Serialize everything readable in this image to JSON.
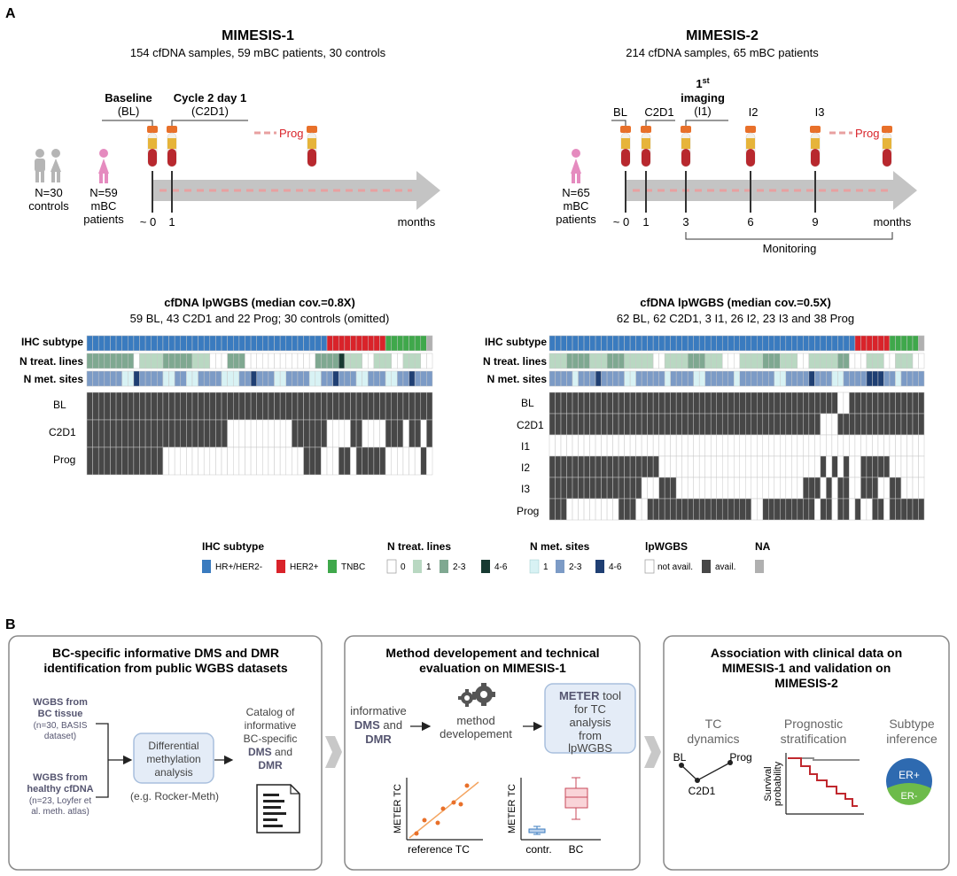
{
  "panel_a": {
    "letter": "A",
    "m1": {
      "title": "MIMESIS-1",
      "subtitle": "154 cfDNA samples, 59 mBC patients, 30 controls",
      "controls_n": "N=30",
      "controls_label": "controls",
      "patients_n": "N=59",
      "patients_l1": "mBC",
      "patients_l2": "patients",
      "baseline": "Baseline",
      "baseline_abbr": "(BL)",
      "cycle": "Cycle 2 day 1",
      "cycle_abbr": "(C2D1)",
      "prog": "Prog",
      "tick0": "~ 0",
      "tick1": "1",
      "months": "months",
      "grid_title": "cfDNA lpWGBS (median cov.=0.8X)",
      "grid_subtitle": "59 BL, 43 C2D1 and 22 Prog; 30 controls (omitted)",
      "rows": [
        "IHC subtype",
        "N treat. lines",
        "N met. sites",
        "BL",
        "C2D1",
        "Prog"
      ]
    },
    "m2": {
      "title": "MIMESIS-2",
      "subtitle": "214 cfDNA samples, 65 mBC patients",
      "patients_n": "N=65",
      "patients_l1": "mBC",
      "patients_l2": "patients",
      "bl": "BL",
      "c2d1": "C2D1",
      "imaging_num": "1",
      "imaging_sup": "st",
      "imaging": "imaging",
      "imaging_abbr": "(I1)",
      "i2": "I2",
      "i3": "I3",
      "prog": "Prog",
      "ticks": [
        "~ 0",
        "1",
        "3",
        "6",
        "9"
      ],
      "months": "months",
      "monitoring": "Monitoring",
      "grid_title": "cfDNA lpWGBS (median cov.=0.5X)",
      "grid_subtitle": "62 BL, 62 C2D1, 3 I1, 26 I2, 23 I3 and 38 Prog",
      "rows": [
        "IHC subtype",
        "N treat. lines",
        "N met. sites",
        "BL",
        "C2D1",
        "I1",
        "I2",
        "I3",
        "Prog"
      ]
    },
    "legend": {
      "ihc_title": "IHC subtype",
      "ihc_items": [
        "HR+/HER2-",
        "HER2+",
        "TNBC"
      ],
      "treat_title": "N treat. lines",
      "treat_items": [
        "0",
        "1",
        "2-3",
        "4-6"
      ],
      "met_title": "N met. sites",
      "met_items": [
        "1",
        "2-3",
        "4-6"
      ],
      "lp_title": "lpWGBS",
      "lp_items": [
        "not avail.",
        "avail."
      ],
      "na_title": "NA"
    },
    "colors": {
      "hr": "#3a7bbf",
      "her2": "#d9232a",
      "tnbc": "#3fa84b",
      "na": "#b0b0b0",
      "treat0": "#ffffff",
      "treat1": "#b9d8c2",
      "treat23": "#7fa891",
      "treat46": "#173a31",
      "met1": "#d8f2f4",
      "met23": "#7c9bc6",
      "met46": "#1f3f73",
      "avail": "#474747",
      "notavail": "#ffffff",
      "blood": "#b8282e",
      "cap": "#e8702a",
      "prog_line": "#e8a0a0",
      "patient": "#e58bbf",
      "control": "#b5b5b5"
    }
  },
  "panel_b": {
    "letter": "B",
    "box1": {
      "title_l1": "BC-specific informative DMS and DMR",
      "title_l2": "identification from public WGBS datasets",
      "wgbs1_l1": "WGBS from",
      "wgbs1_l2": "BC tissue",
      "wgbs1_l3": "(n=30, BASIS",
      "wgbs1_l4": "dataset)",
      "wgbs2_l1": "WGBS from",
      "wgbs2_l2": "healthy cfDNA",
      "wgbs2_l3": "(n=23, Loyfer et",
      "wgbs2_l4": "al. meth. atlas)",
      "diff_l1": "Differential",
      "diff_l2": "methylation",
      "diff_l3": "analysis",
      "rocker": "(e.g. Rocker-Meth)",
      "cat_l1": "Catalog of",
      "cat_l2": "informative",
      "cat_l3": "BC-specific",
      "cat_l4": "DMS",
      "cat_and": "and",
      "cat_l5": "DMR"
    },
    "box2": {
      "title_l1": "Method developement and technical",
      "title_l2": "evaluation on MIMESIS-1",
      "inf_l1": "informative",
      "inf_dms": "DMS",
      "inf_and": "and",
      "inf_dmr": "DMR",
      "method_l1": "method",
      "method_l2": "developement",
      "meter_bold": "METER",
      "meter_l1": "tool",
      "meter_l2": "for TC",
      "meter_l3": "analysis",
      "meter_l4": "from",
      "meter_l5": "lpWGBS",
      "scatter_y": "METER TC",
      "scatter_x": "reference TC",
      "box_y": "METER TC",
      "box_x1": "contr.",
      "box_x2": "BC"
    },
    "box3": {
      "title_l1": "Association with clinical data on",
      "title_l2": "MIMESIS-1 and validation on",
      "title_l3": "MIMESIS-2",
      "tc_l1": "TC",
      "tc_l2": "dynamics",
      "prog_l1": "Prognostic",
      "prog_l2": "stratification",
      "sub_l1": "Subtype",
      "sub_l2": "inference",
      "bl": "BL",
      "prog": "Prog",
      "c2d1": "C2D1",
      "surv_l1": "Survival",
      "surv_l2": "probability",
      "er_pos": "ER+",
      "er_neg": "ER-"
    }
  }
}
